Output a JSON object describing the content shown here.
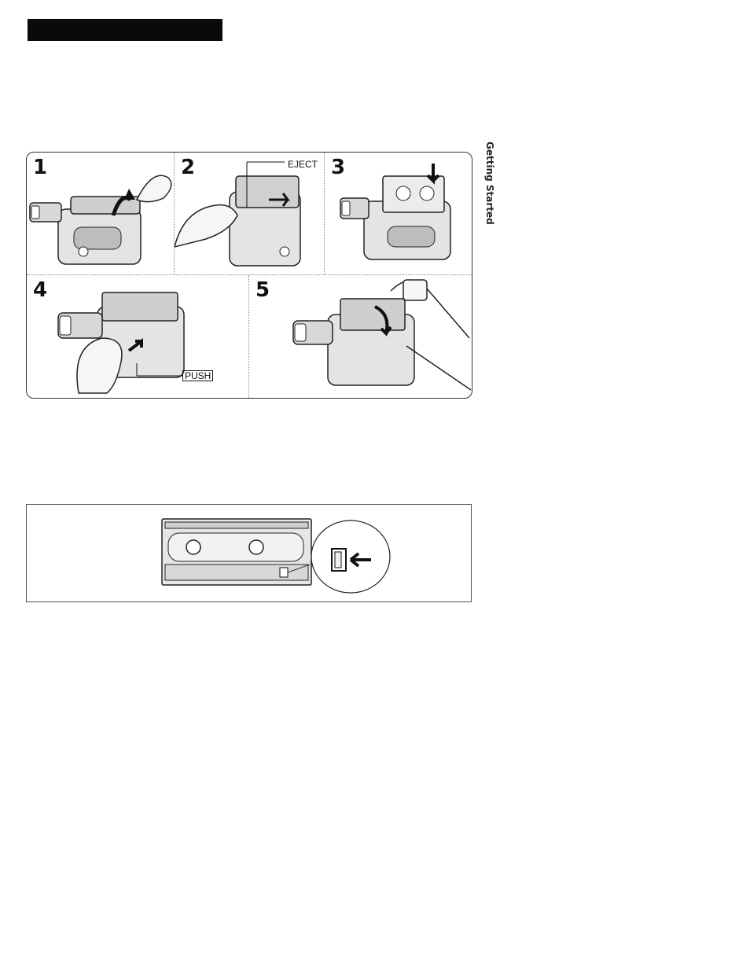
{
  "sidebar": {
    "section_label": "Getting Started"
  },
  "steps": [
    {
      "number": "1"
    },
    {
      "number": "2",
      "callout": "EJECT"
    },
    {
      "number": "3"
    },
    {
      "number": "4",
      "callout": "PUSH"
    },
    {
      "number": "5"
    }
  ],
  "icons": {
    "header_bar": "black-header-bar",
    "steps": [
      "camcorder-lid-open-illustration",
      "camcorder-eject-illustration",
      "cassette-insert-illustration",
      "cassette-compartment-push-illustration",
      "lid-close-illustration"
    ],
    "tape": "cassette-record-tab-illustration"
  },
  "colors": {
    "ink": "#111111",
    "panel_border": "#333333",
    "header": "#0a0a0a"
  }
}
